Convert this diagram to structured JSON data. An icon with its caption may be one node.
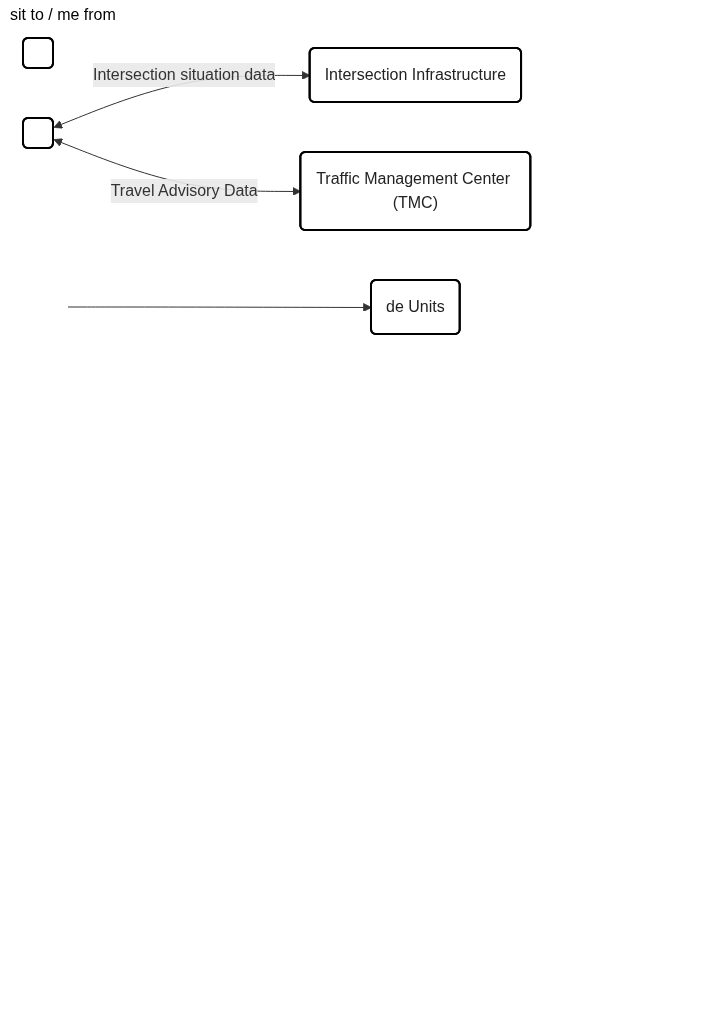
{
  "diagram": {
    "nodes": [
      {
        "text": [],
        "shape": "box"
      },
      {
        "text": [
          "Intersection Infrastructure"
        ]
      },
      {
        "text": [],
        "shape": "box"
      },
      {
        "text": [
          "Traffic Management Center (TMC)"
        ]
      },
      {
        "text": [
          "de Units"
        ]
      }
    ],
    "edges": [
      {
        "from": 2,
        "to": 1,
        "label": "Intersection situation data",
        "arrow": "both"
      },
      {
        "from": 2,
        "to": 3,
        "label": "Travel Advisory Data",
        "arrow": "both"
      },
      {
        "from": null,
        "to": 4,
        "arrow": "to"
      }
    ],
    "labels": [
      "sit to / me from"
    ]
  }
}
